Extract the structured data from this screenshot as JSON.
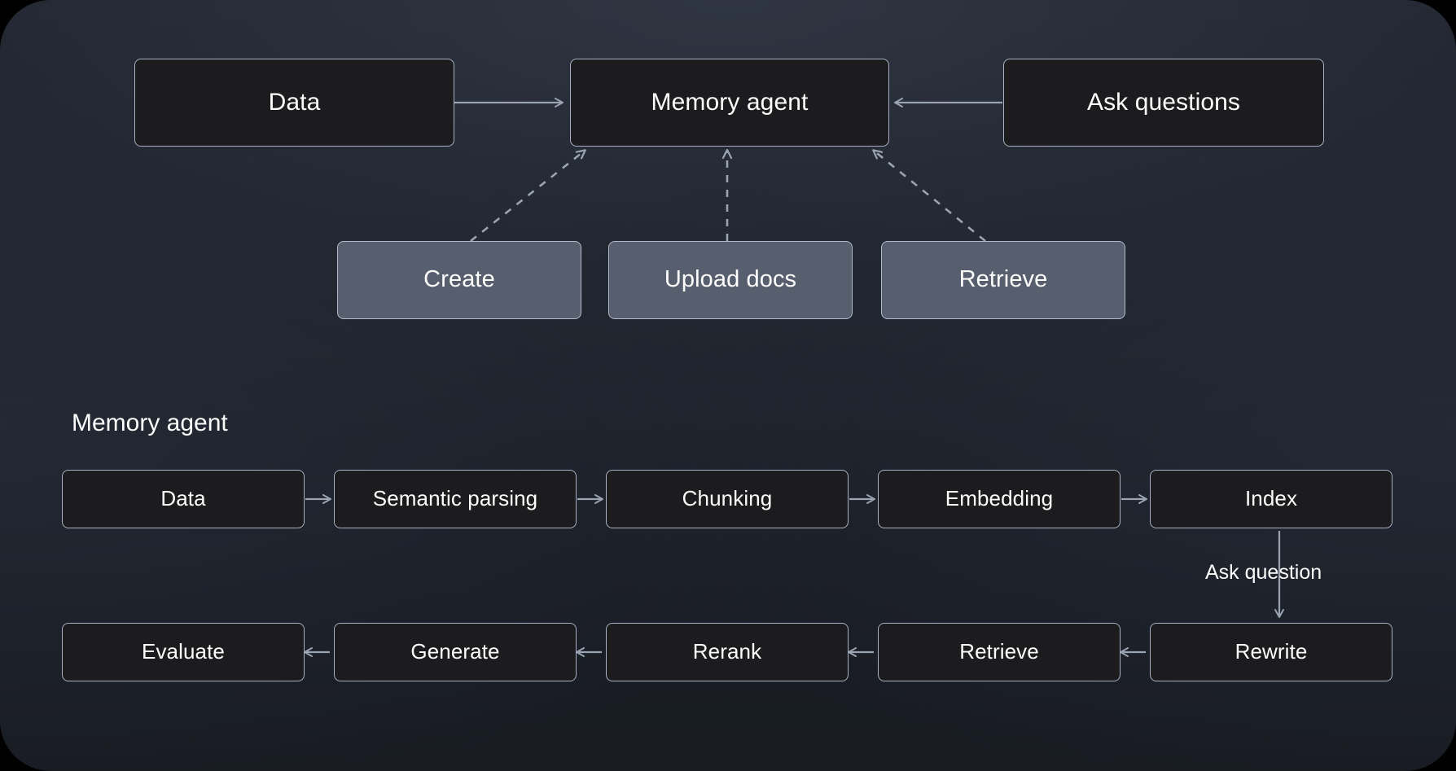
{
  "diagram": {
    "title_label": "Memory agent",
    "edge_label_ask_question": "Ask question",
    "colors": {
      "canvas_top": "#22262f",
      "canvas_bottom": "#181b22",
      "node_dark_fill": "#1c1c1e",
      "node_gray_fill": "#575f6f",
      "node_border": "#a9b2c1",
      "connector": "#9aa3b2",
      "text": "#ffffff"
    },
    "top_row": [
      {
        "id": "data",
        "label": "Data"
      },
      {
        "id": "memory-agent",
        "label": "Memory agent"
      },
      {
        "id": "ask-questions",
        "label": "Ask questions"
      }
    ],
    "capability_row": [
      {
        "id": "create",
        "label": "Create"
      },
      {
        "id": "upload-docs",
        "label": "Upload docs"
      },
      {
        "id": "retrieve",
        "label": "Retrieve"
      }
    ],
    "pipeline_top": [
      {
        "id": "p-data",
        "label": "Data"
      },
      {
        "id": "p-semantic-parsing",
        "label": "Semantic parsing"
      },
      {
        "id": "p-chunking",
        "label": "Chunking"
      },
      {
        "id": "p-embedding",
        "label": "Embedding"
      },
      {
        "id": "p-index",
        "label": "Index"
      }
    ],
    "pipeline_bottom": [
      {
        "id": "p-evaluate",
        "label": "Evaluate"
      },
      {
        "id": "p-generate",
        "label": "Generate"
      },
      {
        "id": "p-rerank",
        "label": "Rerank"
      },
      {
        "id": "p-retrieve",
        "label": "Retrieve"
      },
      {
        "id": "p-rewrite",
        "label": "Rewrite"
      }
    ],
    "connections": [
      {
        "from": "data",
        "to": "memory-agent",
        "style": "solid",
        "direction": "right"
      },
      {
        "from": "ask-questions",
        "to": "memory-agent",
        "style": "solid",
        "direction": "left"
      },
      {
        "from": "create",
        "to": "memory-agent",
        "style": "dashed",
        "direction": "up-right"
      },
      {
        "from": "upload-docs",
        "to": "memory-agent",
        "style": "dashed",
        "direction": "up"
      },
      {
        "from": "retrieve",
        "to": "memory-agent",
        "style": "dashed",
        "direction": "up-left"
      },
      {
        "from": "p-data",
        "to": "p-semantic-parsing",
        "style": "solid",
        "direction": "right"
      },
      {
        "from": "p-semantic-parsing",
        "to": "p-chunking",
        "style": "solid",
        "direction": "right"
      },
      {
        "from": "p-chunking",
        "to": "p-embedding",
        "style": "solid",
        "direction": "right"
      },
      {
        "from": "p-embedding",
        "to": "p-index",
        "style": "solid",
        "direction": "right"
      },
      {
        "from": "p-index",
        "to": "p-rewrite",
        "style": "solid",
        "direction": "down",
        "label": "Ask question"
      },
      {
        "from": "p-rewrite",
        "to": "p-retrieve",
        "style": "solid",
        "direction": "left"
      },
      {
        "from": "p-retrieve",
        "to": "p-rerank",
        "style": "solid",
        "direction": "left"
      },
      {
        "from": "p-rerank",
        "to": "p-generate",
        "style": "solid",
        "direction": "left"
      },
      {
        "from": "p-generate",
        "to": "p-evaluate",
        "style": "solid",
        "direction": "left"
      }
    ]
  }
}
